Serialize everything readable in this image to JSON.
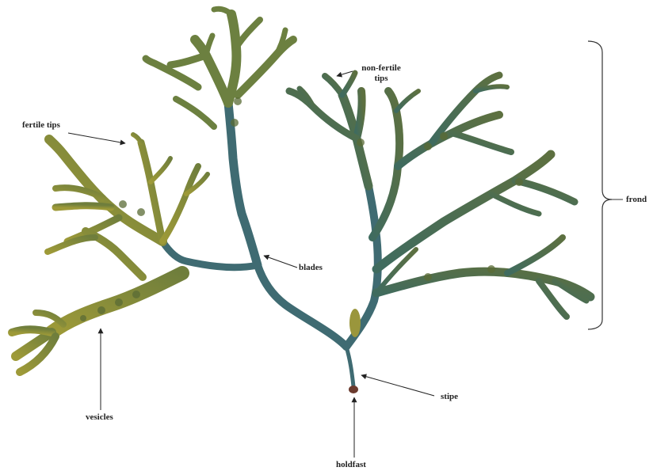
{
  "labels": {
    "fertile_tips": "fertile tips",
    "non_fertile_tips_line1": "non-fertile",
    "non_fertile_tips_line2": "tips",
    "blades": "blades",
    "frond": "frond",
    "vesicles": "vesicles",
    "stipe": "stipe",
    "holdfast": "holdfast"
  },
  "colors": {
    "stem_blue": "#3f6b72",
    "blade_olive": "#8c8a2e",
    "blade_dark": "#4f6a3a",
    "tip_yellow": "#a7a246",
    "holdfast": "#6b3b2e",
    "ink": "#222222"
  }
}
